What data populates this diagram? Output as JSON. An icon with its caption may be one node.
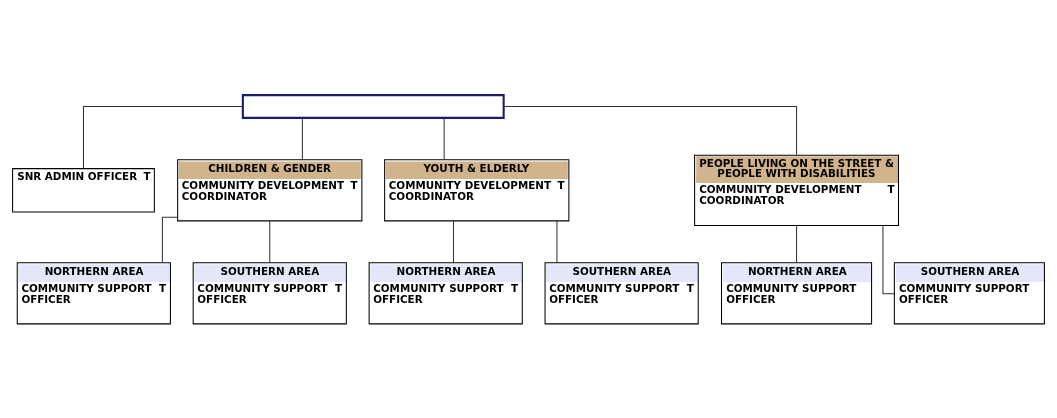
{
  "diagram": {
    "nodes": [
      {
        "text": [],
        "shape": "box"
      },
      {
        "text": [
          "SNR ADMIN OFFICER",
          "T"
        ]
      },
      {
        "text": [
          "CHILDREN & GENDER",
          "COMMUNITY DEVELOPMENT COORDINATOR",
          "T"
        ]
      },
      {
        "text": [
          "YOUTH & ELDERLY",
          "COMMUNITY DEVELOPMENT COORDINATOR",
          "T"
        ]
      },
      {
        "text": [
          "PEOPLE LIVING ON THE STREET & PEOPLE WITH DISABILITIES",
          "COMMUNITY DEVELOPMENT COORDINATOR",
          "T"
        ]
      },
      {
        "text": [
          "NORTHERN AREA",
          "COMMUNITY SUPPORT OFFICER",
          "T"
        ]
      },
      {
        "text": [
          "SOUTHERN AREA",
          "COMMUNITY SUPPORT OFFICER",
          "T"
        ]
      },
      {
        "text": [
          "NORTHERN AREA",
          "COMMUNITY SUPPORT OFFICER",
          "T"
        ]
      },
      {
        "text": [
          "SOUTHERN AREA",
          "COMMUNITY SUPPORT OFFICER",
          "T"
        ]
      },
      {
        "text": [
          "NORTHERN AREA",
          "COMMUNITY SUPPORT OFFICER"
        ]
      },
      {
        "text": [
          "SOUTHERN AREA",
          "COMMUNITY SUPPORT OFFICER"
        ]
      }
    ],
    "edges": [
      {
        "from": 0,
        "to": 1,
        "arrow": "none"
      },
      {
        "from": 0,
        "to": 2,
        "arrow": "none"
      },
      {
        "from": 0,
        "to": 3,
        "arrow": "none"
      },
      {
        "from": 0,
        "to": 4,
        "arrow": "none"
      },
      {
        "from": 2,
        "to": 5,
        "arrow": "none"
      },
      {
        "from": 2,
        "to": 6,
        "arrow": "none"
      },
      {
        "from": 3,
        "to": 7,
        "arrow": "none"
      },
      {
        "from": 3,
        "to": 8,
        "arrow": "none"
      },
      {
        "from": 4,
        "to": 9,
        "arrow": "none"
      },
      {
        "from": 4,
        "to": 10,
        "arrow": "none"
      }
    ]
  }
}
